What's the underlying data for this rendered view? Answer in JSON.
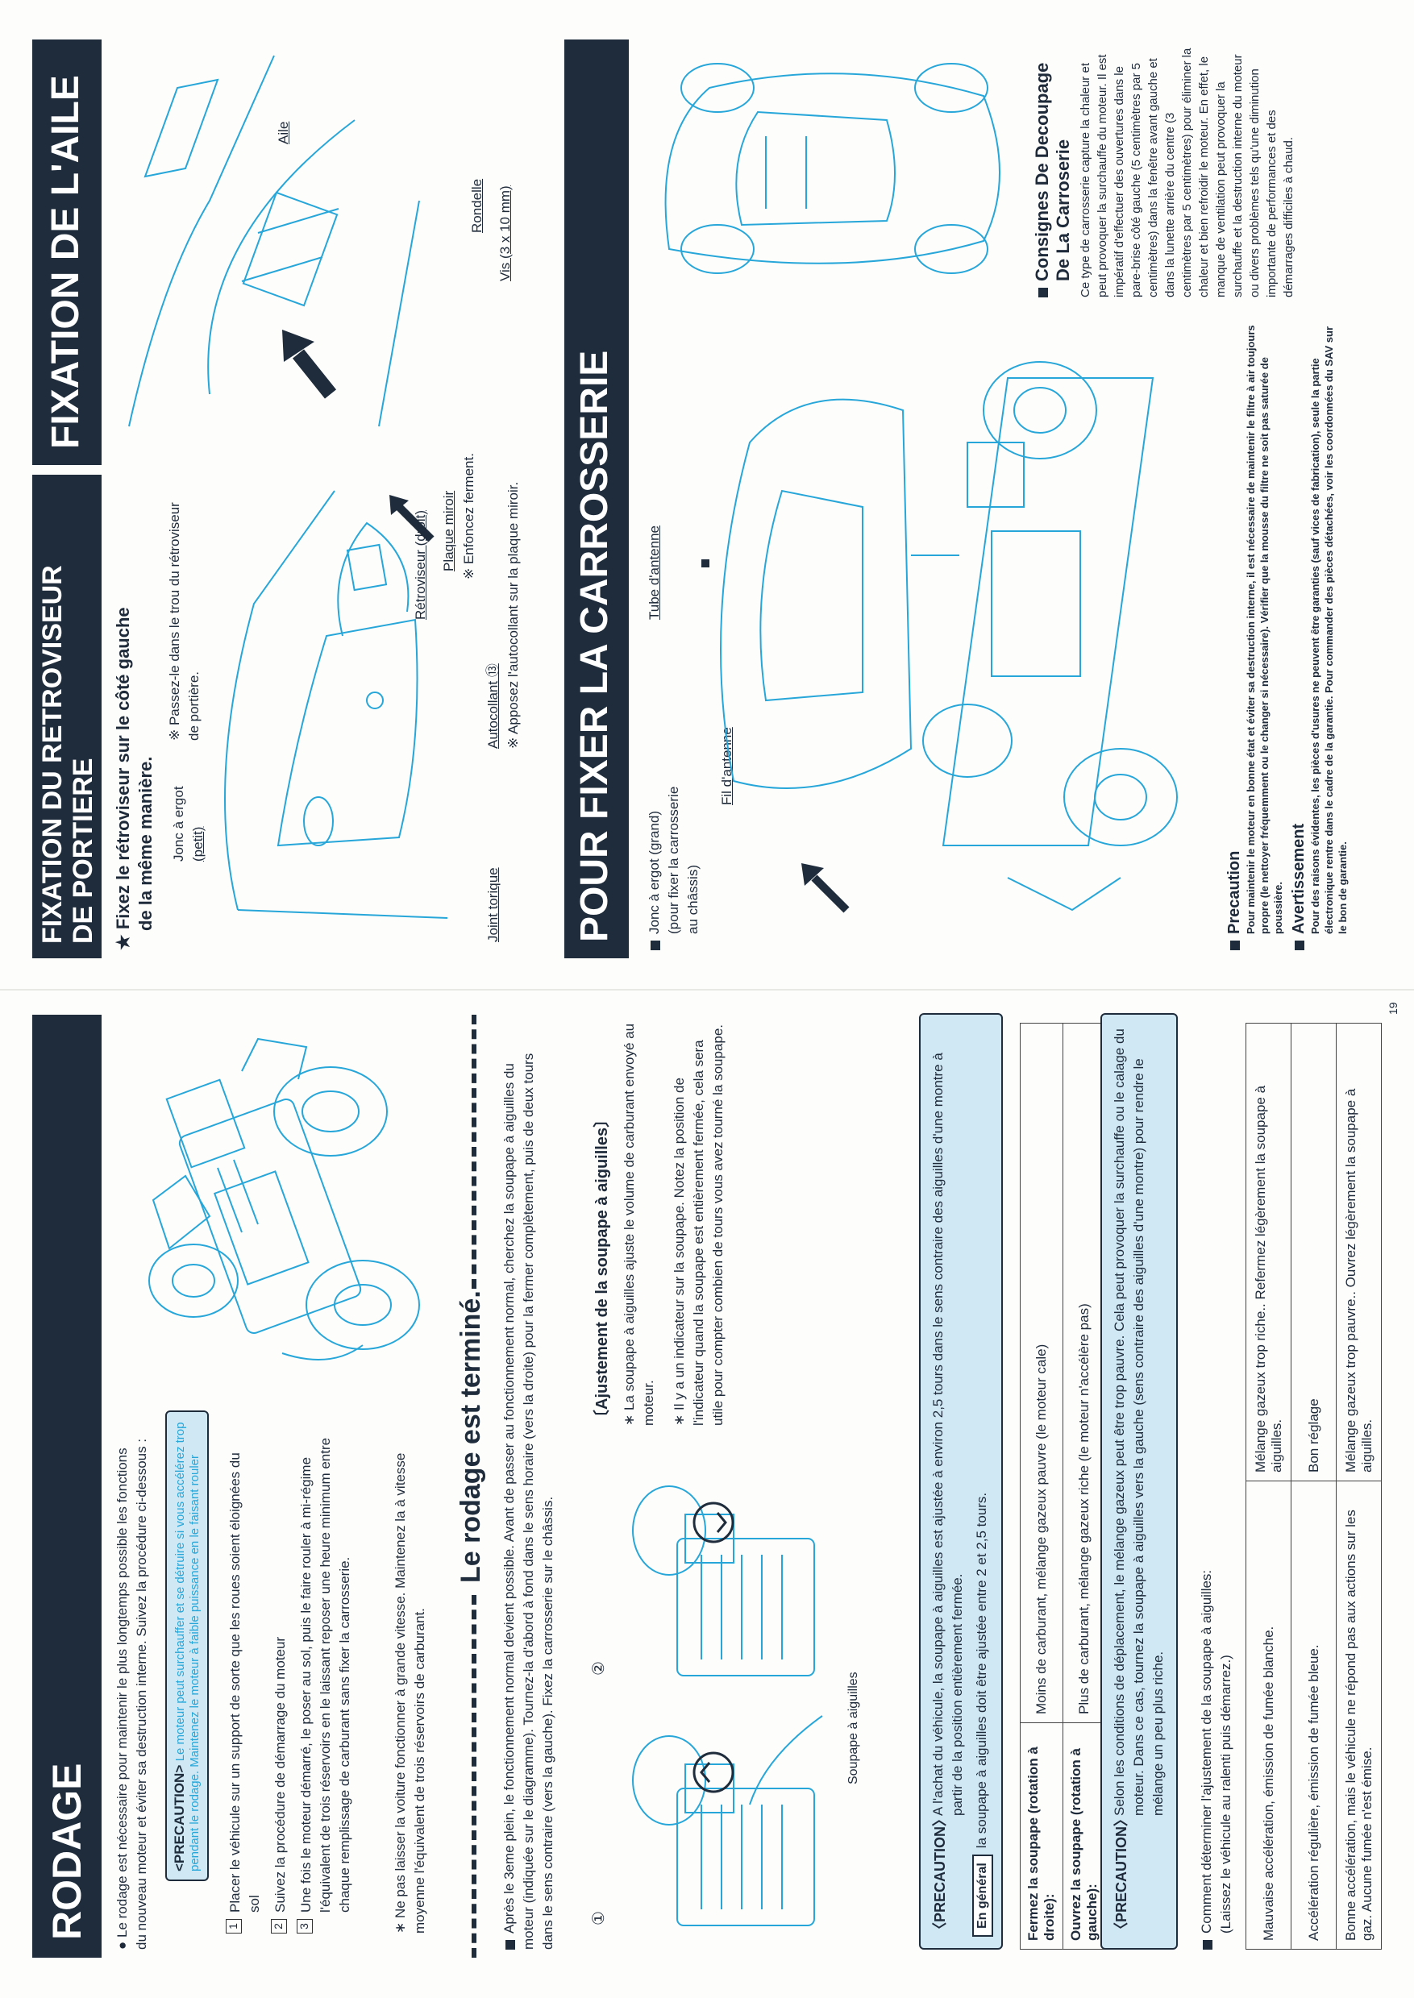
{
  "rodage": {
    "title": "RODAGE",
    "intro": "Le rodage est nécessaire pour maintenir le plus longtemps possible les fonctions du nouveau moteur et éviter sa destruction interne. Suivez la procédure ci-dessous :",
    "precaution_label": "<PRECAUTION>",
    "precaution_text": "Le moteur peut surchauffer et se détruire si vous accélérez trop pendant le rodage. Maintenez le moteur à faible puissance en le faisant rouler",
    "steps": [
      {
        "num": "1",
        "text": "Placer le véhicule sur un support de sorte que les roues soient éloignées du sol"
      },
      {
        "num": "2",
        "text": "Suivez la procédure de démarrage du moteur"
      },
      {
        "num": "3",
        "text": "Une fois le moteur démarré, le poser au sol, puis le faire rouler à mi-régime l'équivalent de trois réservoirs en le laissant reposer une heure minimum entre chaque remplissage de carburant sans fixer la carrosserie."
      }
    ],
    "note": "∗ Ne pas laisser la voiture fonctionner à grande vitesse. Maintenez la à vitesse moyenne l'équivalent de trois réservoirs de carburant.",
    "termine_title": "Le rodage est terminé.",
    "termine_text": "Après le 3eme plein, le fonctionnement normal devient possible. Avant de passer au fonctionnement normal, cherchez la soupape à aiguilles du moteur (indiquée sur le diagramme). Tournez-la d'abord à fond dans le sens horaire (vers la droite) pour la fermer complètement, puis de deux tours dans le sens contraire (vers la gauche). Fixez la carrosserie sur le châssis.",
    "fig1": "①",
    "fig2": "②",
    "soupape_label": "Soupape à aiguilles",
    "ajust_title": "〔Ajustement de la soupape à aiguilles〕",
    "ajust_notes": [
      "∗ La soupape à aiguilles ajuste le volume de carburant envoyé au moteur.",
      "∗ Il y a un indicateur sur la soupape. Notez la position de l'indicateur quand la soupape est entièrement fermée, cela sera utile pour compter combien de tours vous avez tourné la soupape."
    ],
    "box1_label": "〈PRECAUTION〉",
    "box1_text": "A l'achat du véhicule, la soupape à aiguilles est ajustée à environ 2,5 tours dans le sens contraire des aiguilles d'une montre à partir de la position entièrement fermée.",
    "box1_general_label": "En général",
    "box1_general_text": "la soupape à aiguilles doit être ajustée entre 2 et 2,5 tours.",
    "table1": [
      {
        "label": "Fermez la soupape (rotation à droite):",
        "value": "Moins de carburant, mélange gazeux pauvre (le moteur cale)"
      },
      {
        "label": "Ouvrez la soupape (rotation à gauche):",
        "value": "Plus de carburant, mélange gazeux riche (le moteur n'accélère pas)"
      }
    ],
    "box2_label": "〈PRECAUTION〉",
    "box2_text": "Selon les conditions de déplacement, le mélange gazeux peut être trop pauvre. Cela peut provoquer la surchauffe ou le calage du moteur. Dans ce cas, tournez la soupape à aiguilles vers la gauche (sens contraire des aiguilles d'une montre) pour rendre le mélange un peu plus riche.",
    "determine": "Comment déterminer l'ajustement de la soupape à aiguilles:",
    "determine_sub": "(Laissez le véhicule au ralenti puis démarrez.)",
    "table2": [
      {
        "cond": "Mauvaise accélération, émission de fumée blanche.",
        "result": "Mélange gazeux trop riche.. Refermez légèrement la soupape à aiguilles."
      },
      {
        "cond": "Accélération régulière, émission de fumée bleue.",
        "result": "Bon réglage"
      },
      {
        "cond": "Bonne accélération, mais le véhicule ne répond pas aux actions sur les gaz. Aucune fumée n'est émise.",
        "result": "Mélange gazeux trop pauvre.. Ouvrez légèrement la soupape à aiguilles."
      }
    ],
    "page_num": "19"
  },
  "retro": {
    "title_line1": "FIXATION DU RETROVISEUR",
    "title_line2": "DE PORTIERE",
    "subtitle_line1": "★ Fixez le rétroviseur sur le côté gauche",
    "subtitle_line2": "de la même manière.",
    "jonc_petit": "Jonc à ergot",
    "jonc_petit2": "(petit)",
    "passez_note": "※ Passez-le dans le trou du rétroviseur de portière.",
    "retro_droit": "Rétroviseur (droit)",
    "plaque_miroir": "Plaque miroir",
    "enfoncez": "※ Enfoncez ferment.",
    "joint_torique": "Joint torique",
    "autocollant": "Autocollant ⑬",
    "appose_note": "※ Apposez l'autocollant sur la plaque miroir."
  },
  "aile": {
    "title": "FIXATION DE L'AILE",
    "aile_label": "Aile",
    "rondelle_label": "Rondelle",
    "vis_label": "Vis (3 x 10 mm)"
  },
  "carrosserie": {
    "title": "POUR FIXER LA CARROSSERIE",
    "jonc_grand": "Jonc à ergot (grand)",
    "jonc_grand2": "(pour fixer la carrosserie",
    "jonc_grand3": "au châssis)",
    "fil_antenne": "Fil d'antenne",
    "tube_antenne": "Tube d'antenne",
    "consignes_title1": "Consignes De Decoupage",
    "consignes_title2": "De La Carroserie",
    "consignes_text": "Ce type de carrosserie capture la chaleur et peut provoquer la surchauffe du moteur. Il est impératif d'effectuer des ouvertures dans le pare-brise côté gauche (5 centimètres par 5 centimètres) dans la fenêtre avant gauche et dans la lunette arrière du centre (3 centimètres par 5 centimètres) pour éliminer la chaleur et bien refroidir le moteur. En effet, le manque de ventilation peut provoquer la surchauffe et la destruction interne du moteur ou divers problèmes tels qu'une diminution importante de performances et des démarrages difficiles à chaud.",
    "precaution_title": "Precaution",
    "precaution_text": "Pour maintenir le moteur en bonne état et éviter sa destruction interne, il est nécessaire de maintenir le filtre à air toujours propre (le nettoyer fréquemment ou le changer si nécessaire). Vérifier que la mousse du filtre ne soit pas saturée de poussière.",
    "avert_title": "Avertissement",
    "avert_text": "Pour des raisons évidentes, les pièces d'usures ne peuvent être garanties (sauf vices de fabrication), seule la partie électronique rentre dans le cadre de la garantie. Pour commander des pièces détachées, voir les coordonnées du SAV sur le bon de garantie."
  }
}
